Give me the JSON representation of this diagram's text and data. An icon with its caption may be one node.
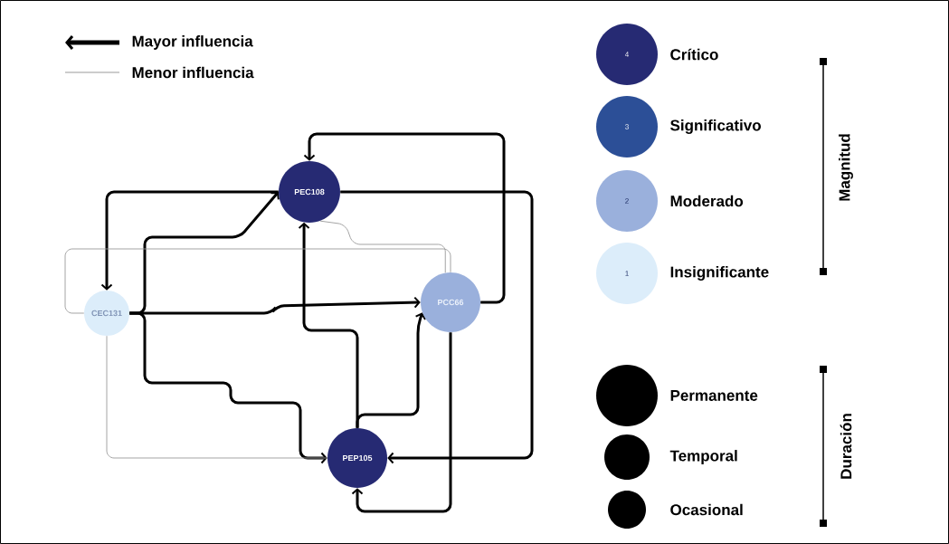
{
  "diagram": {
    "nodes": [
      {
        "text": [
          "PEC108"
        ]
      },
      {
        "text": [
          "CEC131"
        ]
      },
      {
        "text": [
          "PCC66"
        ]
      },
      {
        "text": [
          "PEP105"
        ]
      }
    ],
    "edges": [
      {
        "from": 0,
        "to": 1,
        "arrow": "to"
      },
      {
        "from": 1,
        "to": 0,
        "arrow": "to"
      },
      {
        "from": 1,
        "to": 3,
        "arrow": "to"
      },
      {
        "from": 1,
        "to": 2,
        "arrow": "to"
      },
      {
        "from": 2,
        "to": 0,
        "arrow": "to"
      },
      {
        "from": 0,
        "to": 3,
        "arrow": "to"
      },
      {
        "from": 2,
        "to": 3,
        "arrow": "to"
      },
      {
        "from": 3,
        "to": 2,
        "arrow": "to"
      },
      {
        "from": 3,
        "to": 0,
        "arrow": "to"
      },
      {
        "from": 1,
        "to": 2,
        "arrow": "none",
        "color": "#9a9a9a"
      },
      {
        "from": 0,
        "to": 2,
        "arrow": "none",
        "color": "#9a9a9a"
      },
      {
        "from": 1,
        "to": 3,
        "arrow": "none",
        "color": "#9a9a9a"
      }
    ],
    "labels": [
      "4",
      "3",
      "2",
      "1",
      "Magnitud",
      "Duración"
    ],
    "legend": [
      {
        "text": "Mayor influencia"
      },
      {
        "text": "Menor influencia"
      },
      {
        "text": "Crítico",
        "color": "#262a73"
      },
      {
        "text": "Significativo",
        "color": "#2c4f97"
      },
      {
        "text": "Moderado",
        "color": "#9ab0dc"
      },
      {
        "text": "Insignificante",
        "color": "#dcedfa"
      },
      {
        "text": "Permanente"
      },
      {
        "text": "Temporal"
      },
      {
        "text": "Ocasional"
      }
    ]
  }
}
